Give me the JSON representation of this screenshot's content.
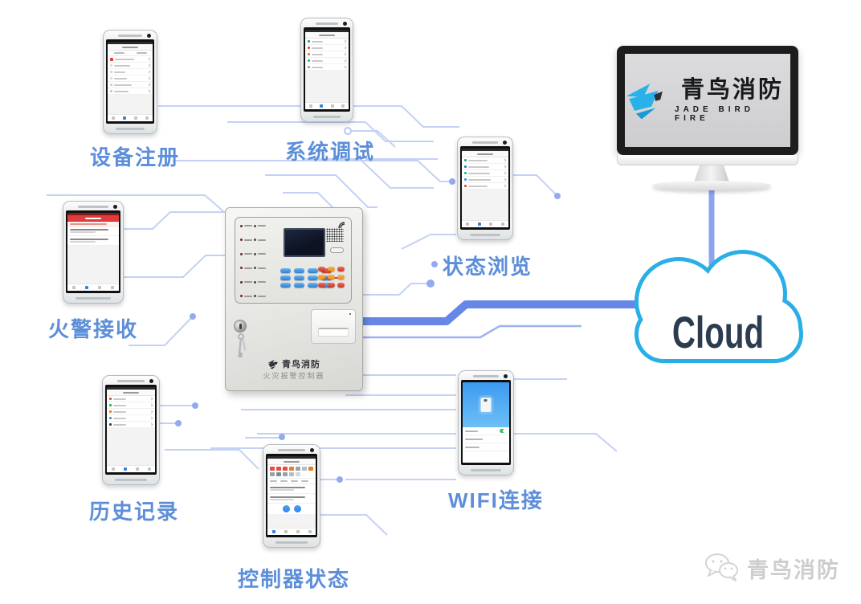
{
  "diagram": {
    "nodes": [
      {
        "id": "device-register",
        "label": "设备注册"
      },
      {
        "id": "system-debug",
        "label": "系统调试"
      },
      {
        "id": "fire-alarm-receive",
        "label": "火警接收"
      },
      {
        "id": "status-browse",
        "label": "状态浏览"
      },
      {
        "id": "history",
        "label": "历史记录"
      },
      {
        "id": "controller-status",
        "label": "控制器状态"
      },
      {
        "id": "wifi-connect",
        "label": "WIFI连接"
      }
    ],
    "cloud": {
      "label": "Cloud"
    },
    "monitor": {
      "brand": "青鸟消防",
      "brand_en": "JADE BIRD FIRE"
    },
    "control_panel": {
      "brand": "青鸟消防",
      "device_name": "火灾报警控制器"
    },
    "watermark": {
      "brand": "青鸟消防"
    },
    "colors": {
      "label_blue": "#5c8ed9",
      "cloud_stroke": "#29aee6",
      "cloud_text": "#2d3b50",
      "trace_light": "#c3d2f4",
      "trace_strong": "#6787e8",
      "alarm_red": "#e23b3c",
      "key_blue": "#3f8fdc",
      "wifi_screen": "#47a4f0",
      "toggle_green": "#3ac569"
    }
  }
}
